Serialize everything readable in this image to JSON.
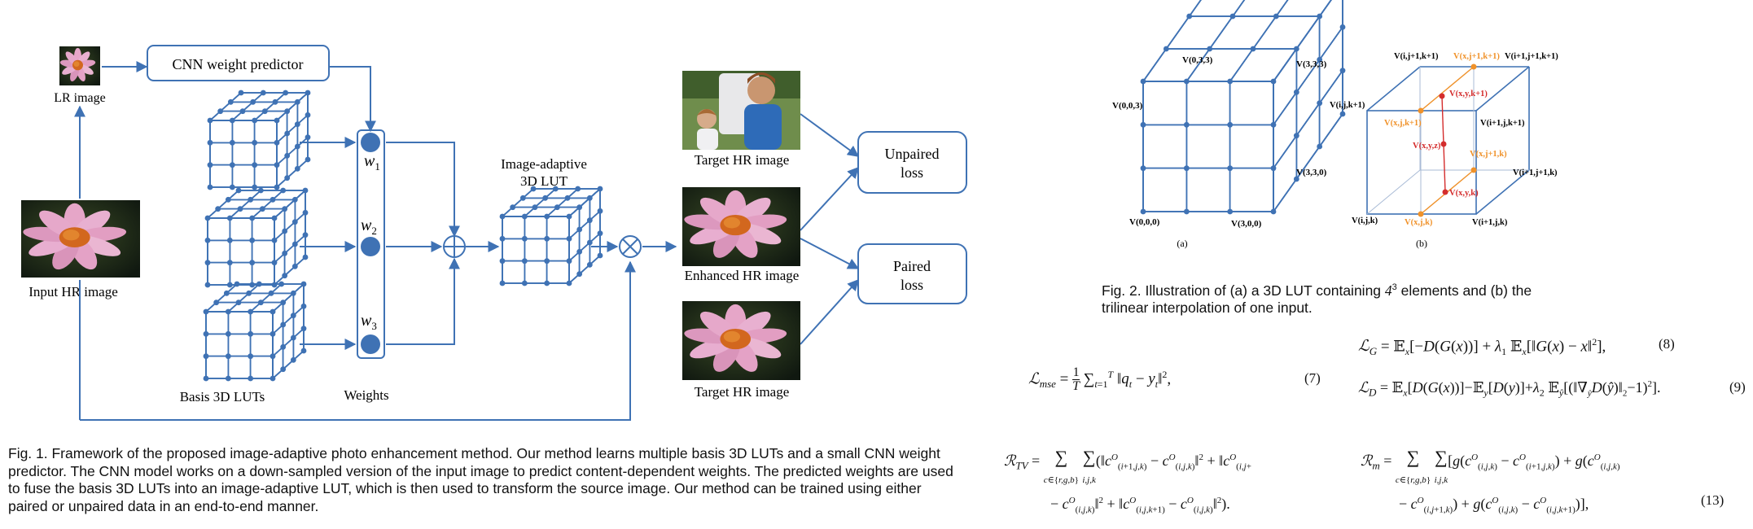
{
  "figure1": {
    "lr_image_label": "LR image",
    "cnn_label": "CNN weight predictor",
    "input_label": "Input HR image",
    "basis_label": "Basis 3D LUTs",
    "weights_label": "Weights",
    "w_labels": [
      "w",
      "w",
      "w"
    ],
    "w_subs": [
      "1",
      "2",
      "3"
    ],
    "lut_title_1": "Image-adaptive",
    "lut_title_2": "3D LUT",
    "target_top_label": "Target HR image",
    "enhanced_label": "Enhanced HR image",
    "target_bottom_label": "Target HR image",
    "unpaired_1": "Unpaired",
    "unpaired_2": "loss",
    "paired_1": "Paired",
    "paired_2": "loss",
    "caption": "Fig. 1. Framework of the proposed image-adaptive photo enhancement method. Our method learns multiple basis 3D LUTs and a small CNN weight predictor. The CNN model works on a down-sampled version of the input image to predict content-dependent weights. The predicted weights are used to fuse the basis 3D LUTs into an image-adaptive LUT, which is then used to transform the source image. Our method can be trained using either paired or unpaired data in an end-to-end manner."
  },
  "figure2": {
    "a_vertices": {
      "v033": "V(0,3,3)",
      "v333": "V(3,3,3)",
      "v003": "V(0,0,3)",
      "v330": "V(3,3,0)",
      "v000": "V(0,0,0)",
      "v300": "V(3,0,0)"
    },
    "b_vertices": {
      "ij1k1": "V(i,j+1,k+1)",
      "xj1k1": "V(x,j+1,k+1)",
      "i1j1k1": "V(i+1,j+1,k+1)",
      "xyk1": "V(x,y,k+1)",
      "ijk1": "V(i,j,k+1)",
      "xjk1": "V(x,j,k+1)",
      "i1jk1": "V(i+1,j,k+1)",
      "xyz": "V(x,y,z)",
      "xj1k": "V(x,j+1,k)",
      "i1j1k": "V(i+1,j+1,k)",
      "xyk": "V(x,y,k)",
      "ijk": "V(i,j,k)",
      "xjk": "V(x,j,k)",
      "i1jk": "V(i+1,j,k)"
    },
    "sub_a": "(a)",
    "sub_b": "(b)",
    "caption_part1": "Fig. 2. Illustration of (a) a 3D LUT containing ",
    "caption_math": "4",
    "caption_sup": "3",
    "caption_part2": " elements and (b) the trilinear interpolation of one input."
  },
  "equations": {
    "eq7": "(7)",
    "eq8": "(8)",
    "eq9": "(9)",
    "eq13": "(13)"
  },
  "colors": {
    "diagram_blue": "#3f72b4",
    "orange": "#f0922a",
    "red": "#d42d2d"
  }
}
